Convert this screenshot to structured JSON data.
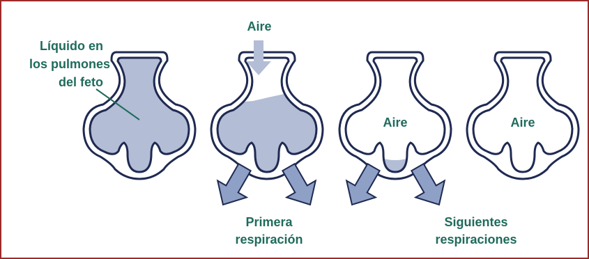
{
  "labels": {
    "fetal_fluid_line1": "Líquido en",
    "fetal_fluid_line2": "los pulmones",
    "fetal_fluid_line3": "del feto",
    "air_top": "Aire",
    "air_stage3": "Aire",
    "air_stage4": "Aire",
    "first_breath_line1": "Primera",
    "first_breath_line2": "respiración",
    "next_breaths_line1": "Siguientes",
    "next_breaths_line2": "respiraciones"
  },
  "colors": {
    "border": "#9b2b2b",
    "fluid": "#b3bdd6",
    "outline": "#1f2a52",
    "arrow_fill": "#8fa0c6",
    "text": "#1f6b5c"
  }
}
